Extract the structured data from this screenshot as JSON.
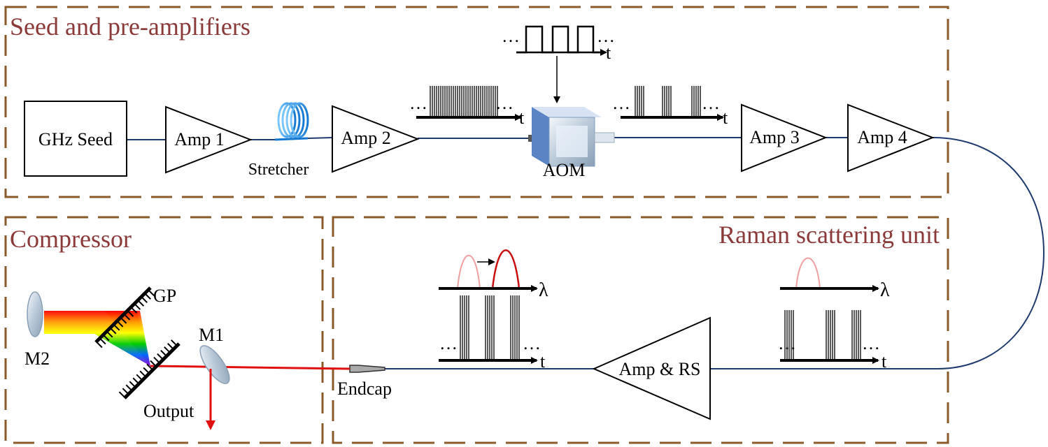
{
  "colors": {
    "frame": "#8B5A2B",
    "section_title": "#8B3A3A",
    "fiber": "#1F3A6E",
    "laser": "#E01010",
    "spectrum_before": "#F0A0A0",
    "spectrum_after": "#C81010",
    "aom_body": "#B9CEE6"
  },
  "sections": {
    "seed": "Seed and pre-amplifiers",
    "compressor": "Compressor",
    "raman": "Raman scattering unit"
  },
  "components": {
    "seed": "GHz Seed",
    "amp1": "Amp 1",
    "stretcher": "Stretcher",
    "amp2": "Amp 2",
    "aom": "AOM",
    "amp3": "Amp 3",
    "amp4": "Amp 4",
    "amp_rs": "Amp & RS",
    "endcap": "Endcap",
    "gp": "GP",
    "m1": "M1",
    "m2": "M2",
    "output": "Output"
  },
  "symbols": {
    "t": "t",
    "lambda": "λ",
    "ellipsis": "…"
  },
  "icons": {
    "stretcher": "fiber-coil-icon",
    "aom": "modulator-block-icon",
    "grating": "grating-icon",
    "mirror": "mirror-icon"
  }
}
